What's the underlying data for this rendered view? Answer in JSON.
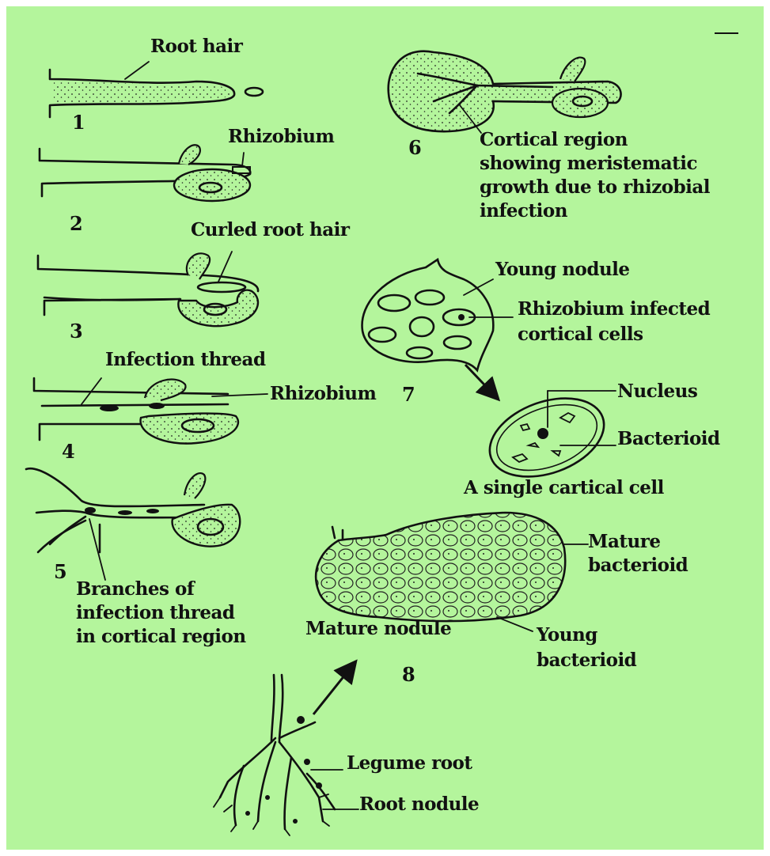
{
  "labels": {
    "root_hair": "Root hair",
    "step1": "1",
    "rhizobium_2": "Rhizobium",
    "step2": "2",
    "curled_root_hair": "Curled root hair",
    "step3": "3",
    "infection_thread": "Infection thread",
    "rhizobium_4": "Rhizobium",
    "step4": "4",
    "step5": "5",
    "branches_line1": "Branches of",
    "branches_line2": "infection thread",
    "branches_line3": "in cortical region",
    "step6": "6",
    "cortical_line1": "Cortical region",
    "cortical_line2": "showing meristematic",
    "cortical_line3": "growth due to rhizobial",
    "cortical_line4": "infection",
    "young_nodule": "Young nodule",
    "infected_line1": "Rhizobium infected",
    "infected_line2": "cortical cells",
    "step7": "7",
    "nucleus": "Nucleus",
    "bacterioid": "Bacterioid",
    "single_cell": "A single cartical cell",
    "mature_bact_line1": "Mature",
    "mature_bact_line2": "bacterioid",
    "mature_nodule": "Mature nodule",
    "young_bact_line1": "Young",
    "young_bact_line2": "bacterioid",
    "step8": "8",
    "legume_root": "Legume root",
    "root_nodule": "Root nodule"
  },
  "colors": {
    "background": "#b4f59c",
    "ink": "#111111"
  }
}
